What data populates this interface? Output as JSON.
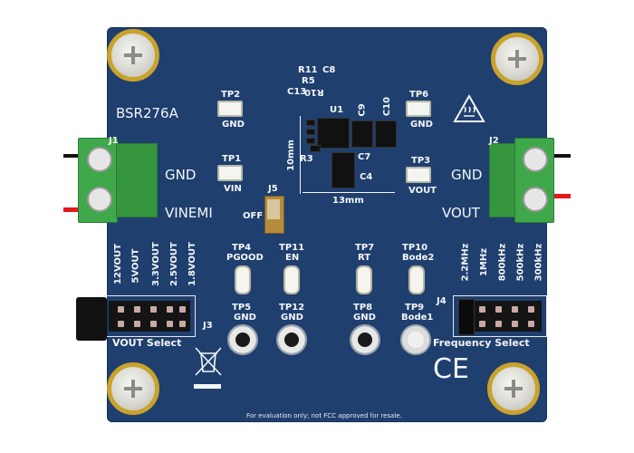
{
  "board": {
    "part_number": "BSR276A",
    "footer_note": "For evaluation only; not FCC approved for resale.",
    "colors": {
      "pcb": "#1f3f6e",
      "terminal": "#3fa84a",
      "gold": "#c9a22b",
      "wire_red": "#e21a1a",
      "wire_black": "#111111"
    }
  },
  "connectors": {
    "j1": {
      "ref": "J1",
      "label_top": "GND",
      "label_bottom": "VINEMI"
    },
    "j2": {
      "ref": "J2",
      "label_top": "GND",
      "label_bottom": "VOUT"
    },
    "j5": {
      "ref": "J5",
      "label": "OFF"
    },
    "j3": {
      "ref": "J3",
      "title": "VOUT Select",
      "options": [
        "12VOUT",
        "5VOUT",
        "3.3VOUT",
        "2.5VOUT",
        "1.8VOUT"
      ]
    },
    "j4": {
      "ref": "J4",
      "title": "Frequency Select",
      "options": [
        "2.2MHz",
        "1MHz",
        "800kHz",
        "500kHz",
        "300kHz"
      ]
    }
  },
  "test_points": {
    "tp2": {
      "ref": "TP2",
      "net": "GND"
    },
    "tp1": {
      "ref": "TP1",
      "net": "VIN"
    },
    "tp6": {
      "ref": "TP6",
      "net": "GND"
    },
    "tp3": {
      "ref": "TP3",
      "net": "VOUT"
    },
    "tp4": {
      "ref": "TP4",
      "net": "PGOOD"
    },
    "tp11": {
      "ref": "TP11",
      "net": "EN"
    },
    "tp7": {
      "ref": "TP7",
      "net": "RT"
    },
    "tp10": {
      "ref": "TP10",
      "net": "Bode2"
    },
    "tp5": {
      "ref": "TP5",
      "net": "GND"
    },
    "tp12": {
      "ref": "TP12",
      "net": "GND"
    },
    "tp8": {
      "ref": "TP8",
      "net": "GND"
    },
    "tp9": {
      "ref": "TP9",
      "net": "Bode1"
    }
  },
  "components": {
    "r11": "R11",
    "c8": "C8",
    "r5": "R5",
    "c13": "C13",
    "r10": "R10",
    "u1": "U1",
    "c9": "C9",
    "c10": "C10",
    "c7": "C7",
    "r3": "R3",
    "c4": "C4",
    "dim_height": "10mm",
    "dim_width": "13mm"
  },
  "marks": {
    "ce": "CE",
    "hot_surface_icon": "hot-surface-warning-icon",
    "weee_icon": "crossed-bin-icon"
  }
}
